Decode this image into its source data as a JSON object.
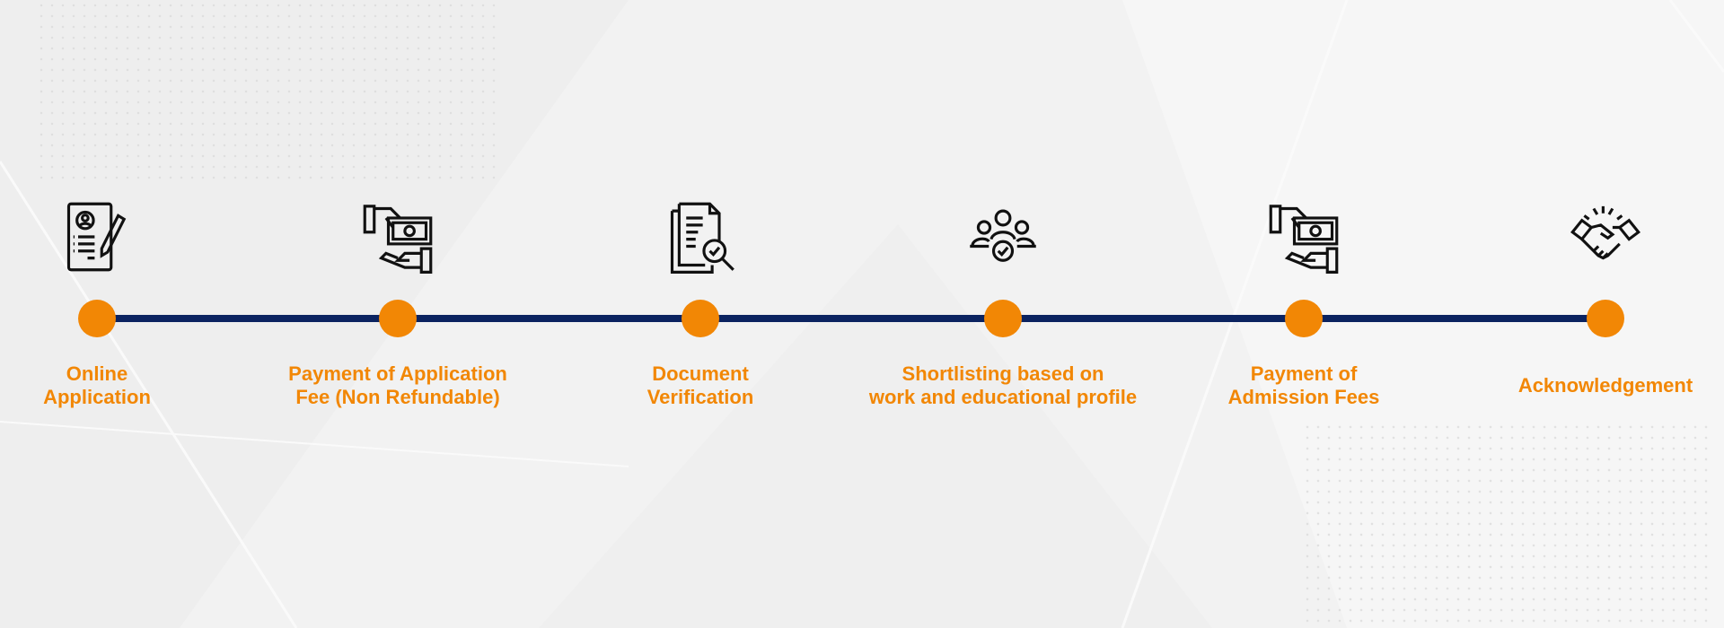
{
  "colors": {
    "accent": "#f28705",
    "line": "#0b2360",
    "background": "#f2f2f2"
  },
  "steps": [
    {
      "icon": "application-form-icon",
      "label": "Online\nApplication"
    },
    {
      "icon": "money-payment-icon",
      "label": "Payment of Application\nFee (Non Refundable)"
    },
    {
      "icon": "document-verification-icon",
      "label": "Document\nVerification"
    },
    {
      "icon": "group-shortlist-icon",
      "label": "Shortlisting based on\nwork and educational profile"
    },
    {
      "icon": "money-payment-icon",
      "label": "Payment of\nAdmission Fees"
    },
    {
      "icon": "handshake-icon",
      "label": "Acknowledgement"
    }
  ]
}
